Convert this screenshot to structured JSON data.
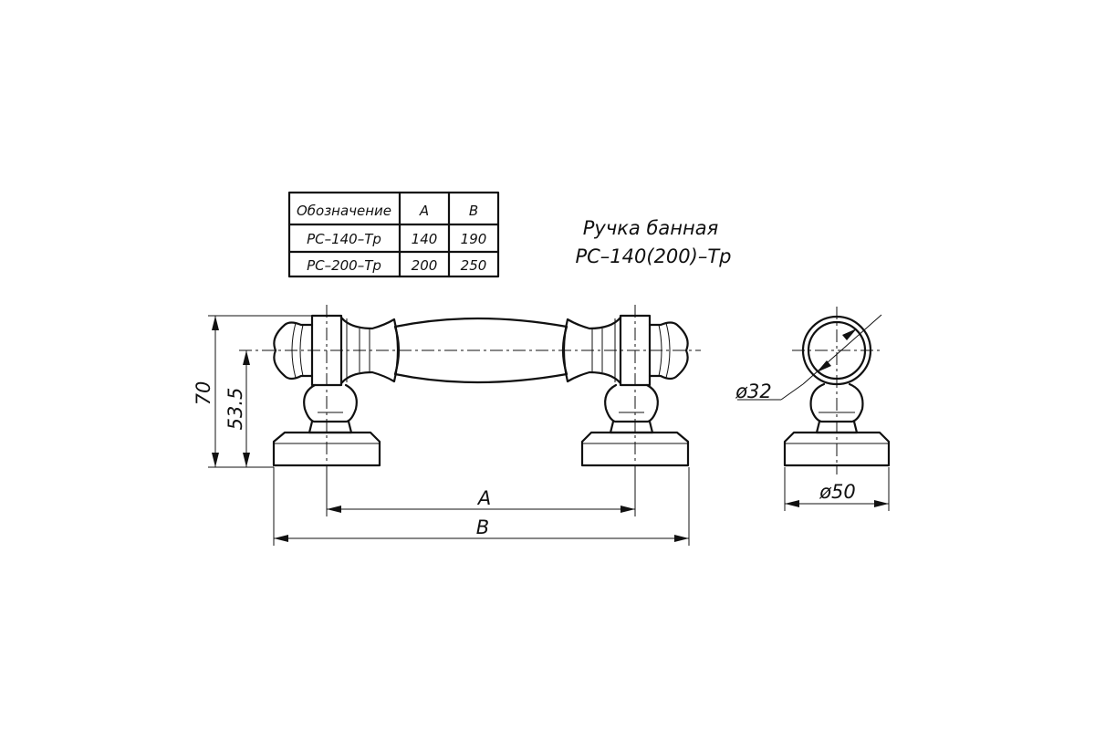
{
  "title": {
    "line1": "Ручка  банная",
    "line2": "РС–140(200)–Тр"
  },
  "spec_table": {
    "headers": [
      "Обозначение",
      "A",
      "B"
    ],
    "rows": [
      [
        "РС–140–Тр",
        "140",
        "190"
      ],
      [
        "РС–200–Тр",
        "200",
        "250"
      ]
    ]
  },
  "dimensions": {
    "height_total": "70",
    "height_axis": "53.5",
    "length_a": "A",
    "length_b": "B",
    "tube_diameter": "ø32",
    "base_diameter": "ø50"
  }
}
